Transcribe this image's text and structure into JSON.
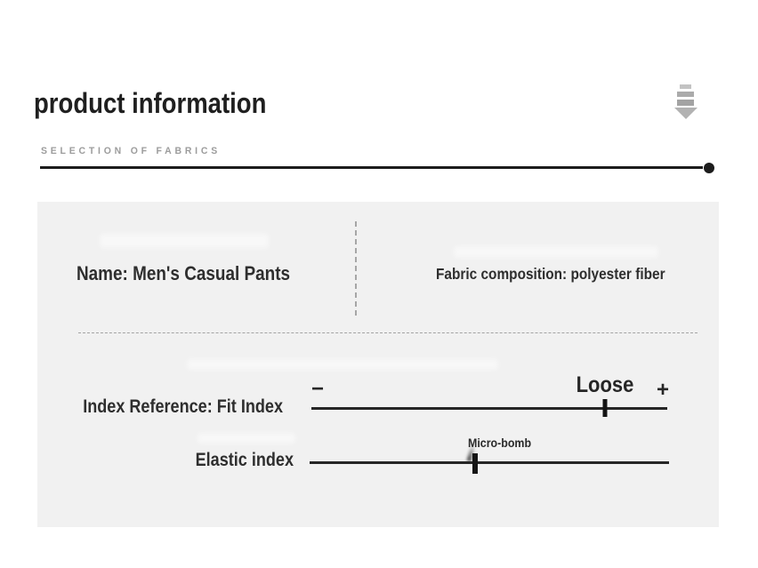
{
  "header": {
    "title": "product information",
    "section_label": "SELECTION OF FABRICS",
    "scroll_icon": "down-arrow-icon"
  },
  "panel": {
    "name": "Name: Men's Casual Pants",
    "fabric_composition": "Fabric composition: polyester fiber"
  },
  "sliders": {
    "minus_label": "−",
    "plus_label": "+",
    "rows": [
      {
        "label": "Index Reference: Fit Index",
        "marker_caption": "Loose",
        "marker_left": "82.5%"
      },
      {
        "label": "Elastic index",
        "marker_caption": "Micro-bomb",
        "marker_left": "46%"
      }
    ]
  },
  "colors": {
    "page_bg": "#ffffff",
    "panel_bg": "#f1f1f1",
    "text_dark": "#2e2e2e",
    "text_gray": "#9c9c9c",
    "line_black": "#1c1c1c",
    "arrow_gray": "#b2b2b2",
    "dash_gray": "#a3a3a3"
  }
}
